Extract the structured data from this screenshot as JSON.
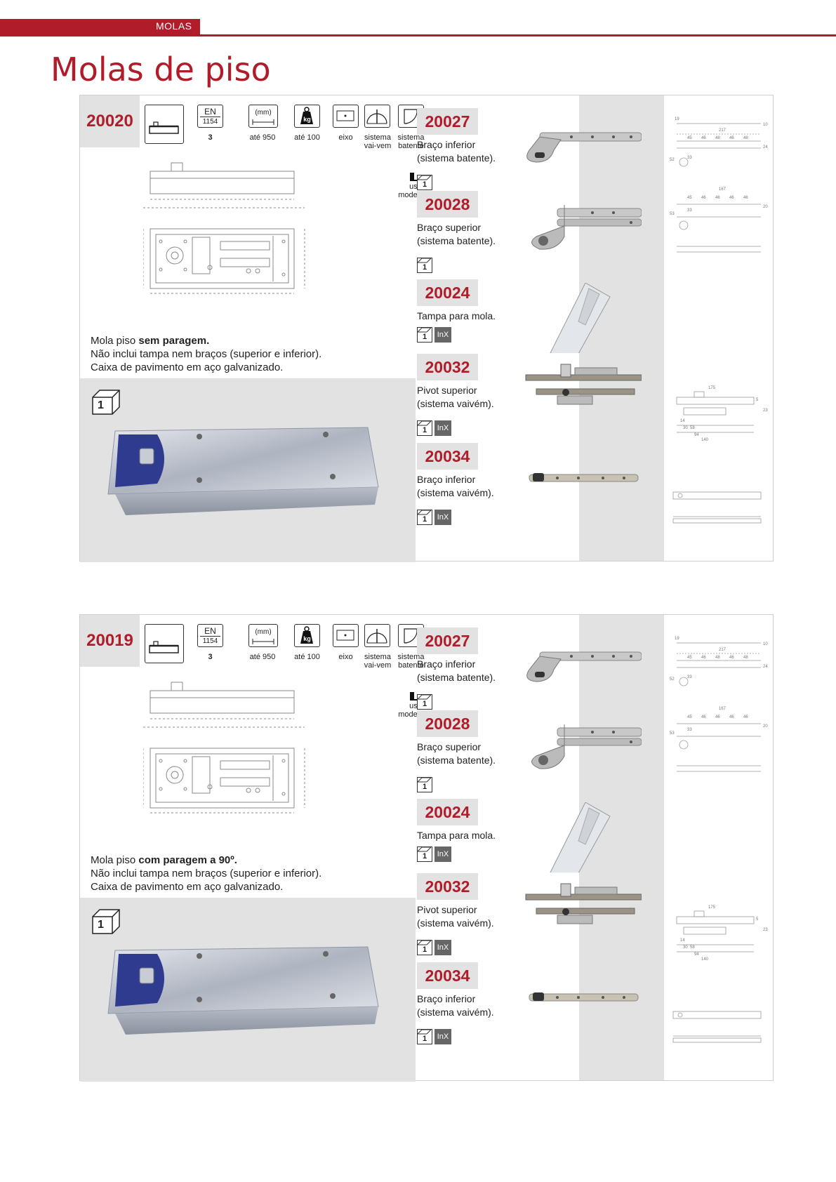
{
  "header": {
    "section": "MOLAS",
    "title": "Molas de piso"
  },
  "specs": {
    "en_top": "EN",
    "en_bottom": "1154",
    "mm": "(mm)",
    "kg": "kg",
    "values": [
      "3",
      "até 950",
      "até 100",
      "eixo",
      "sistema vai-vem",
      "sistema batente"
    ],
    "uso": "uso moderado"
  },
  "panels": [
    {
      "code": "20020",
      "desc_prefix": "Mola piso ",
      "desc_bold": "sem paragem.",
      "desc_line2": "Não inclui tampa nem braços (superior e inferior).",
      "desc_line3": "Caixa de pavimento em aço galvanizado.",
      "package_qty": "1"
    },
    {
      "code": "20019",
      "desc_prefix": "Mola piso ",
      "desc_bold": "com paragem a 90º.",
      "desc_line2": "Não inclui tampa nem braços (superior e inferior).",
      "desc_line3": "Caixa de pavimento em aço galvanizado.",
      "package_qty": "1"
    }
  ],
  "accessories": [
    {
      "code": "20027",
      "desc1": "Braço inferior",
      "desc2": "(sistema batente).",
      "qty": "1",
      "inx": ""
    },
    {
      "code": "20028",
      "desc1": "Braço superior",
      "desc2": "(sistema batente).",
      "qty": "1",
      "inx": ""
    },
    {
      "code": "20024",
      "desc1": "Tampa para mola.",
      "desc2": "",
      "qty": "1",
      "inx": "InX"
    },
    {
      "code": "20032",
      "desc1": "Pivot superior",
      "desc2": "(sistema vaivém).",
      "qty": "1",
      "inx": "InX"
    },
    {
      "code": "20034",
      "desc1": "Braço inferior",
      "desc2": "(sistema vaivém).",
      "qty": "1",
      "inx": "InX"
    }
  ],
  "tech_labels": {
    "d1": [
      "217",
      "45",
      "46",
      "48",
      "46",
      "48",
      "52",
      "33",
      "19",
      "10",
      "24"
    ],
    "d2": [
      "167",
      "45",
      "46",
      "46",
      "46",
      "46",
      "53",
      "33",
      "20"
    ],
    "d3": [
      "175",
      "14",
      "30",
      "58",
      "94",
      "140",
      "5",
      "23"
    ]
  },
  "colors": {
    "brand": "#b01c2a",
    "grey": "#e2e2e2"
  }
}
